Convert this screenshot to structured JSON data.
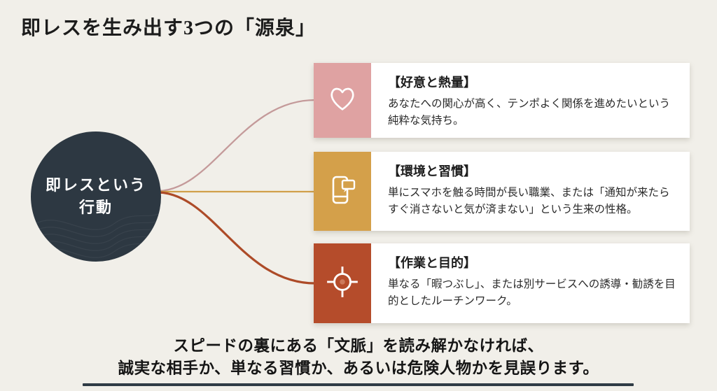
{
  "page": {
    "background_color": "#f1efe9",
    "title": "即レスを生み出す3つの「源泉」"
  },
  "center_node": {
    "label_line1": "即レスという",
    "label_line2": "行動",
    "color": "#2d3842",
    "text_color": "#ffffff"
  },
  "cards": [
    {
      "icon": "heart-icon",
      "icon_box_color": "#dfa2a2",
      "connector_color": "#c49a9a",
      "title": "【好意と熱量】",
      "body": "あなたへの関心が高く、テンポよく関係を進めたいという純粋な気持ち。"
    },
    {
      "icon": "smartphone-chat-icon",
      "icon_box_color": "#d4a04a",
      "connector_color": "#d1a04a",
      "title": "【環境と習慣】",
      "body": "単にスマホを触る時間が長い職業、または「通知が来たらすぐ消さないと気が済まない」という生来の性格。"
    },
    {
      "icon": "target-icon",
      "icon_box_color": "#b54c2b",
      "connector_color": "#ad4b28",
      "title": "【作業と目的】",
      "body": "単なる「暇つぶし」、または別サービスへの誘導・勧誘を目的としたルーチンワーク。"
    }
  ],
  "footer": {
    "line1": "スピードの裏にある「文脈」を読み解かなければ、",
    "line2": "誠実な相手か、単なる習慣か、あるいは危険人物かを見誤ります。"
  }
}
